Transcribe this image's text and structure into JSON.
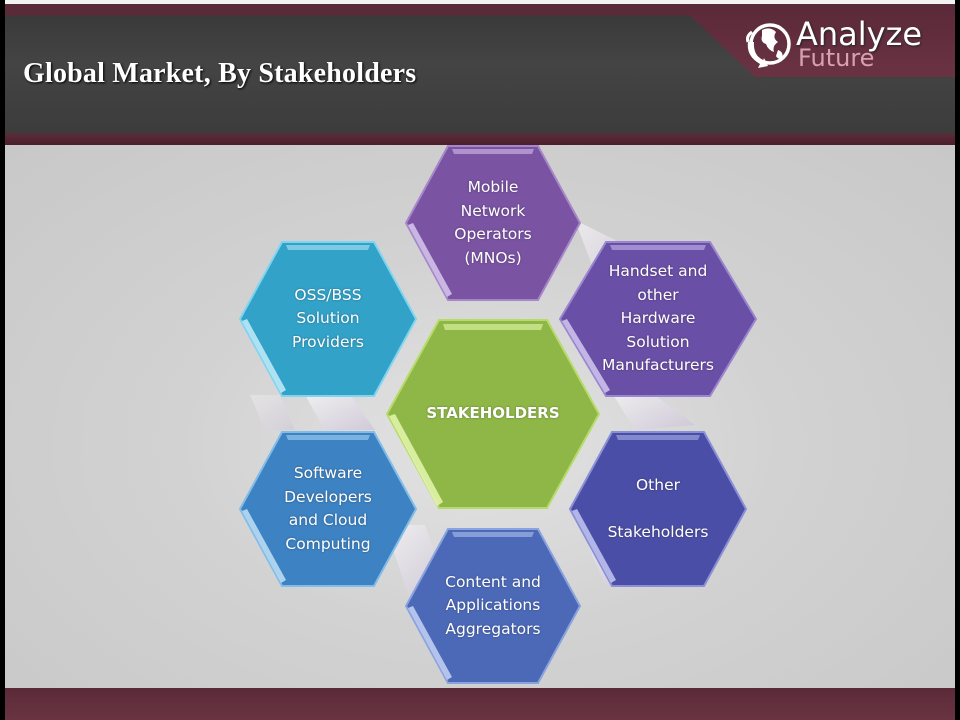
{
  "header": {
    "title": "Global Market, By Stakeholders",
    "logo": {
      "icon": "globe-arrows-icon",
      "line1": "Analyze",
      "line2": "Future"
    }
  },
  "diagram": {
    "center": {
      "label": "STAKEHOLDERS",
      "color": "#8db543"
    },
    "nodes": [
      {
        "id": "mno",
        "label": "Mobile\nNetwork\nOperators\n(MNOs)",
        "color": "#7d55a6"
      },
      {
        "id": "handset",
        "label": "Handset and\nother\nHardware\nSolution\nManufacturers",
        "color": "#6a4ea6"
      },
      {
        "id": "other",
        "label": "Other\n\nStakeholders",
        "color": "#4a4ea8"
      },
      {
        "id": "content",
        "label": "Content and\nApplications\nAggregators",
        "color": "#4d6cba"
      },
      {
        "id": "software",
        "label": "Software\nDevelopers\nand Cloud\nComputing",
        "color": "#3f86c4"
      },
      {
        "id": "ossbss",
        "label": "OSS/BSS\nSolution\nProviders",
        "color": "#35a4c9"
      }
    ]
  },
  "colors": {
    "maroon": "#5a2a38",
    "header_dark": "#3e3e3e",
    "content_bg": "#cbcbcb",
    "logo_accent": "#d9a0b2"
  }
}
